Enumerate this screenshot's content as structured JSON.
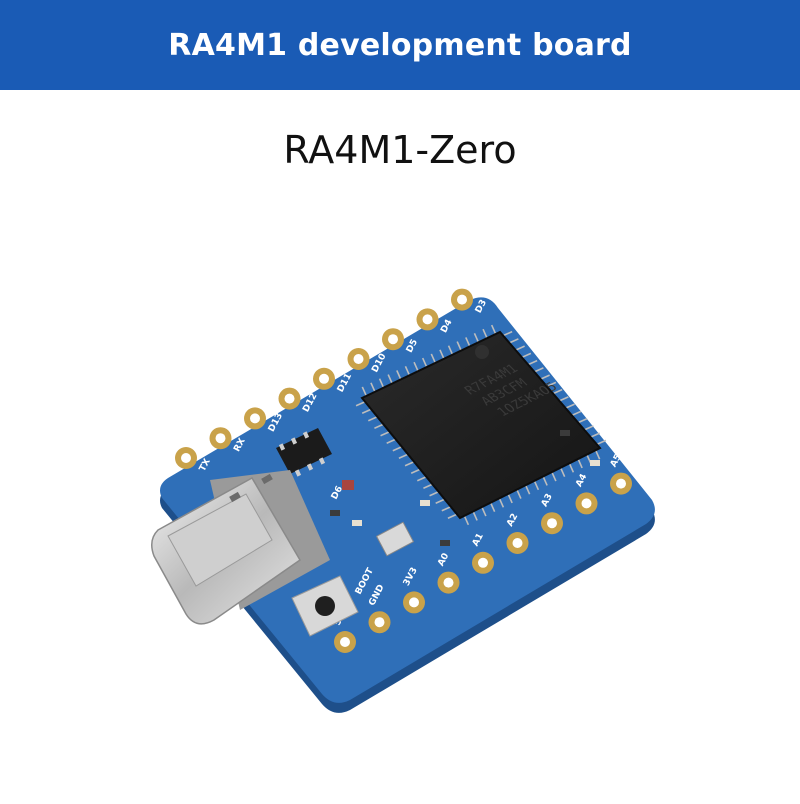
{
  "header": {
    "title": "RA4M1 development board",
    "background_color": "#1a5bb5"
  },
  "product": {
    "name": "RA4M1-Zero"
  },
  "board": {
    "pcb_color": "#2f6fb8",
    "pad_color": "#c9a24a",
    "chip_marking": [
      "R7FA4M1",
      "AB3CFM",
      "1OZ5KAO5"
    ],
    "top_pins": [
      "TX",
      "RX",
      "D13",
      "D12",
      "D11",
      "D10",
      "D5",
      "D4",
      "D3"
    ],
    "bottom_pins": [
      "5V",
      "GND",
      "3V3",
      "A0",
      "A1",
      "A2",
      "A3",
      "A4",
      "A5"
    ],
    "other_labels": [
      "BOOT",
      "D6"
    ]
  }
}
